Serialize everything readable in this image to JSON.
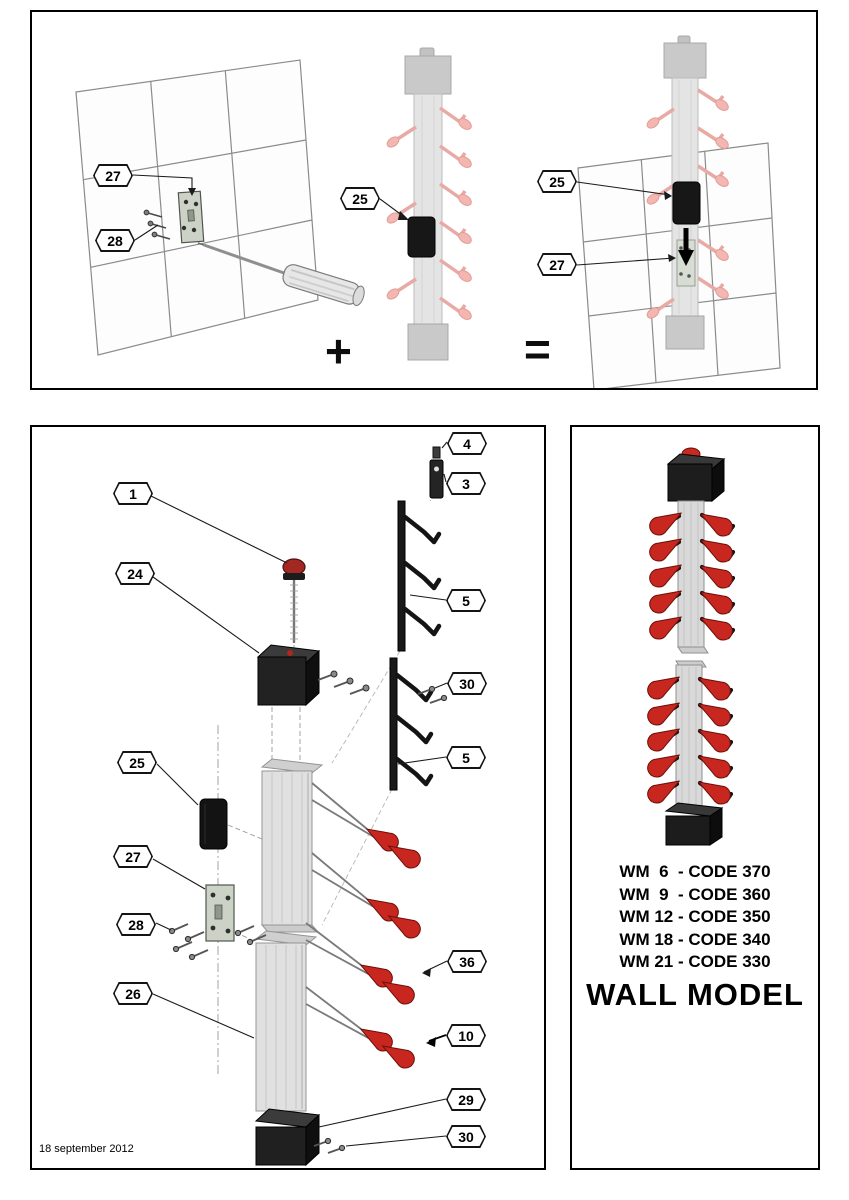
{
  "top": {
    "callouts": [
      "27",
      "28",
      "25",
      "25",
      "27"
    ],
    "plus": "+",
    "equals": "="
  },
  "exploded": {
    "callouts_left": [
      "1",
      "24",
      "25",
      "27",
      "28",
      "26"
    ],
    "callouts_right": [
      "4",
      "3",
      "5",
      "30",
      "5",
      "36",
      "10",
      "29",
      "30"
    ],
    "date": "18 september 2012"
  },
  "product": {
    "models": [
      "WM  6  - CODE 370",
      "WM  9  - CODE 360",
      "WM 12 - CODE 350",
      "WM 18 - CODE 340",
      "WM 21 - CODE 330"
    ],
    "title": "WALL MODEL"
  },
  "colors": {
    "handle_red": "#c8271f",
    "ghost_pink": "#f3b6b0"
  }
}
